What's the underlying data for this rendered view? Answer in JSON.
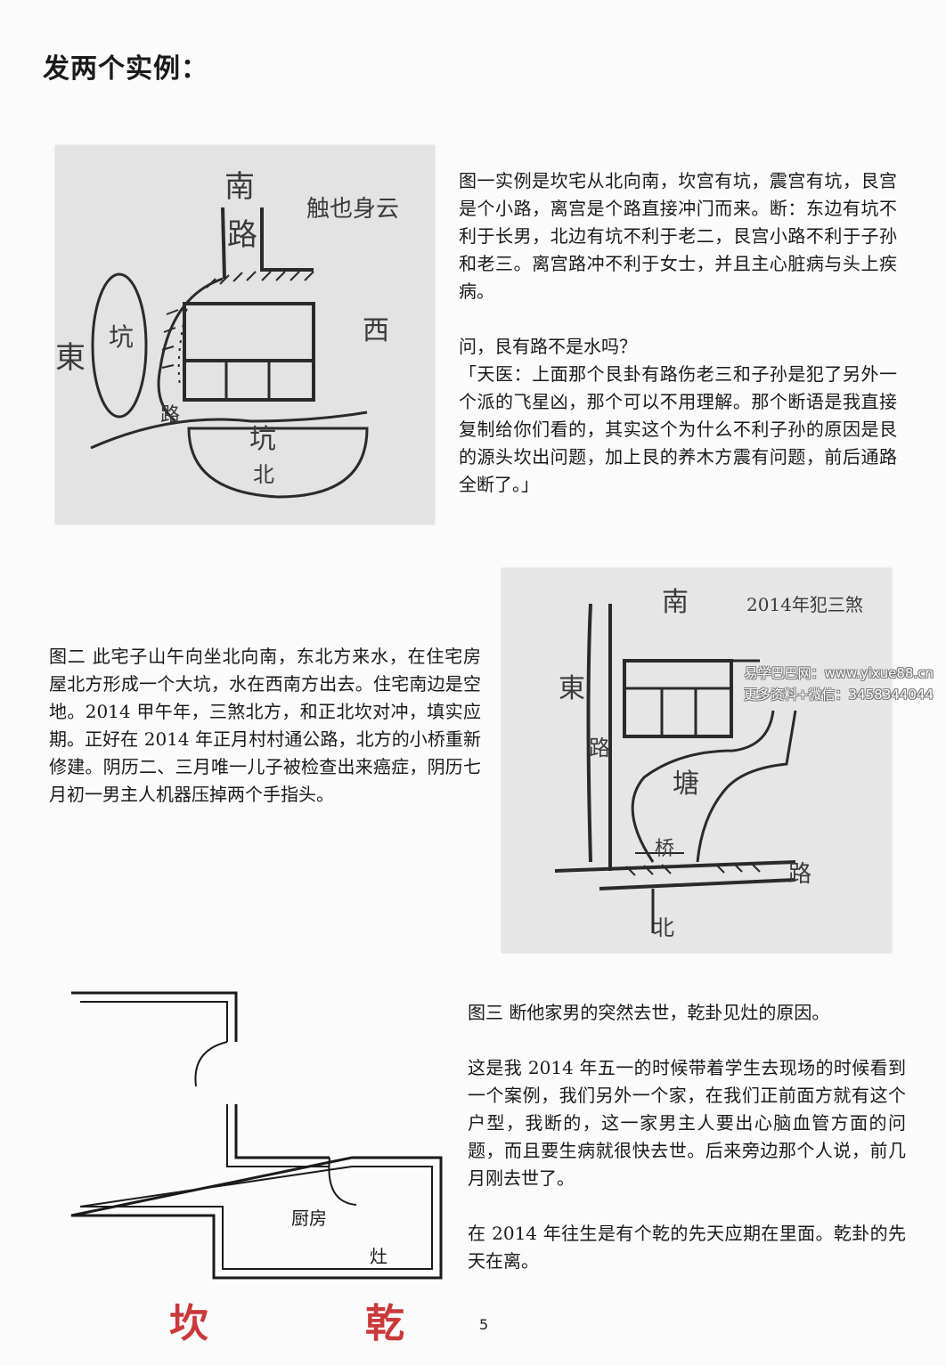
{
  "heading": "发两个实例：",
  "figure1": {
    "labels": {
      "south_road_1": "南",
      "south_road_2": "路",
      "note": "触也身云",
      "east": "東",
      "pit_east": "坑",
      "west": "西",
      "road": "路",
      "pit_north": "坑",
      "north": "北"
    },
    "text": [
      "图一实例是坎宅从北向南，坎宫有坑，震宫有坑，艮宫是个小路，离宫是个路直接冲门而来。断：东边有坑不利于长男，北边有坑不利于老二，艮宫小路不利于子孙和老三。离宫路冲不利于女士，并且主心脏病与头上疾病。",
      "问，艮有路不是水吗？",
      "「天医：上面那个艮卦有路伤老三和子孙是犯了另外一个派的飞星凶，那个可以不用理解。那个断语是我直接复制给你们看的，其实这个为什么不利子孙的原因是艮的源头坎出问题，加上艮的养木方震有问题，前后通路全断了。」"
    ]
  },
  "figure2": {
    "labels": {
      "south": "南",
      "note": "2014年犯三煞",
      "east": "東",
      "road_v": "路",
      "pond": "塘",
      "bridge": "桥",
      "road_h": "路",
      "north": "北"
    },
    "text": "图二 此宅子山午向坐北向南，东北方来水，在住宅房屋北方形成一个大坑，水在西南方出去。住宅南边是空地。2014 甲午年，三煞北方，和正北坎对冲，填实应期。正好在 2014 年正月村村通公路，北方的小桥重新修建。阴历二、三月唯一儿子被检查出来癌症，阴历七月初一男主人机器压掉两个手指头。",
    "watermark": [
      "易学巴巴网：www.yixue88.cn",
      "更多资料+微信：3458344044"
    ]
  },
  "figure3": {
    "kitchen": "厨房",
    "stove": "灶",
    "gua_left": "坎",
    "gua_right": "乾",
    "text": [
      "图三 断他家男的突然去世，乾卦见灶的原因。",
      "这是我 2014 年五一的时候带着学生去现场的时候看到一个案例，我们另外一个家，在我们正前面方就有这个户型，我断的，这一家男主人要出心脑血管方面的问题，而且要生病就很快去世。后来旁边那个人说，前几月刚去世了。",
      "在 2014 年往生是有个乾的先天应期在里面。乾卦的先天在离。"
    ]
  },
  "page_number": "5"
}
